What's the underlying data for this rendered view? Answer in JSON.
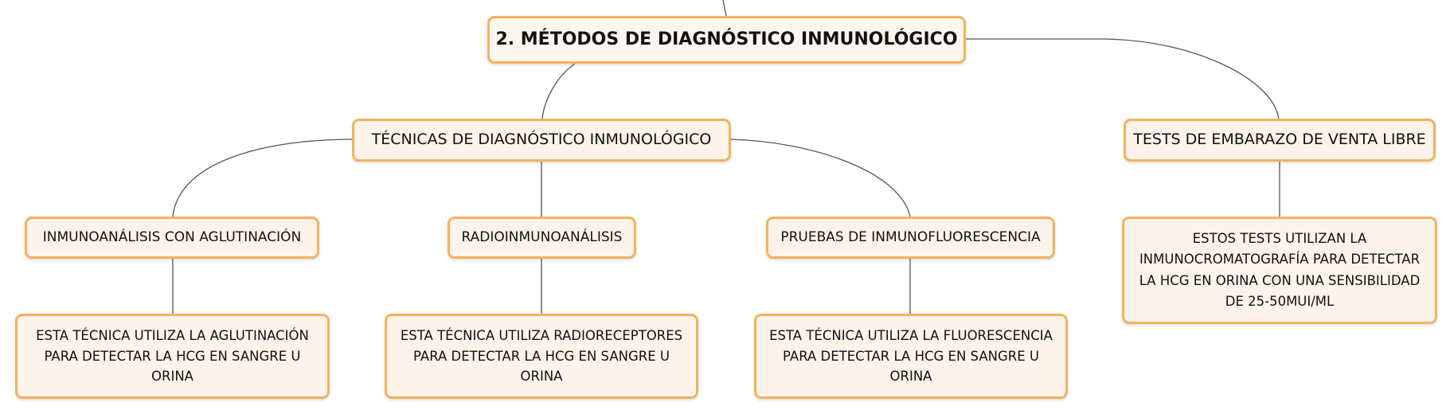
{
  "diagram": {
    "root": {
      "label": "2. MÉTODOS DE DIAGNÓSTICO INMUNOLÓGICO"
    },
    "branches": {
      "tecnicas": {
        "label": "TÉCNICAS DE DIAGNÓSTICO INMUNOLÓGICO",
        "children": {
          "aglutinacion": {
            "label": "INMUNOANÁLISIS CON AGLUTINACIÓN",
            "detail": "ESTA TÉCNICA UTILIZA LA AGLUTINACIÓN PARA DETECTAR LA HCG EN SANGRE U ORINA"
          },
          "radio": {
            "label": "RADIOINMUNOANÁLISIS",
            "detail": "ESTA TÉCNICA UTILIZA RADIORECEPTORES PARA DETECTAR LA HCG EN SANGRE U ORINA"
          },
          "fluorescencia": {
            "label": "PRUEBAS DE INMUNOFLUORESCENCIA",
            "detail": "ESTA TÉCNICA UTILIZA LA FLUORESCENCIA PARA DETECTAR LA HCG EN SANGRE U ORINA"
          }
        }
      },
      "tests": {
        "label": "TESTS DE EMBARAZO DE VENTA LIBRE",
        "detail": "ESTOS TESTS UTILIZAN LA INMUNOCROMATOGRAFÍA PARA DETECTAR LA HCG EN ORINA CON UNA SENSIBILIDAD DE 25-50MUI/ML"
      }
    },
    "colors": {
      "node_fill": "#fdf3ea",
      "node_border": "#f2b25c",
      "connector": "#555555",
      "text": "#111111"
    }
  }
}
